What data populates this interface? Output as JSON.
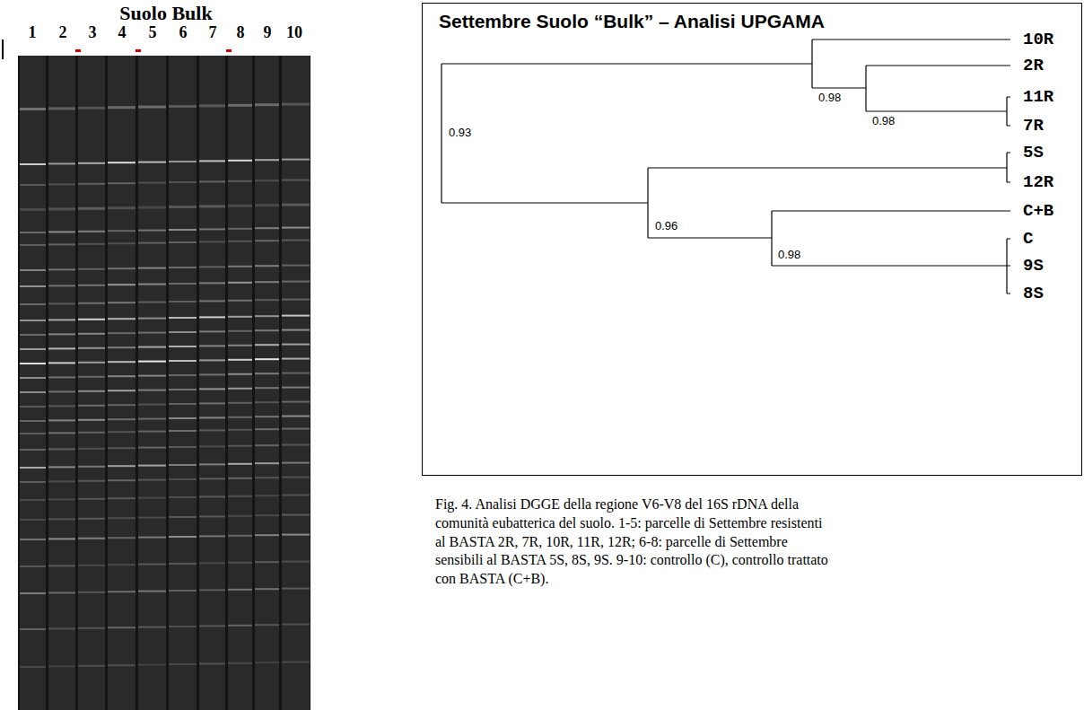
{
  "diagram": {
    "title": "Suolo Bulk",
    "caption": "Fig. 4. Analisi DGGE della regione V6-V8 del 16S rDNA della comunità eubatterica del suolo. 1-5: parcelle di Settembre resistenti al BASTA 2R, 7R, 10R, 11R, 12R; 6-8: parcelle di Settembre sensibili al BASTA 5S, 8S, 9S. 9-10: controllo (C), controllo trattato con BASTA (C+B).",
    "nodes": [
      {
        "text": [
          "Settembre Suolo “Bulk” – Analisi UPGAMA"
        ]
      }
    ],
    "labels": [
      "1",
      "2",
      "3",
      "4",
      "5",
      "6",
      "7",
      "8",
      "9",
      "10",
      "0.98",
      "0.98",
      "0.93",
      "0.96",
      "0.98",
      "10R",
      "2R",
      "11R",
      "7R",
      "5S",
      "12R",
      "C+B",
      "C",
      "9S",
      "8S"
    ]
  }
}
